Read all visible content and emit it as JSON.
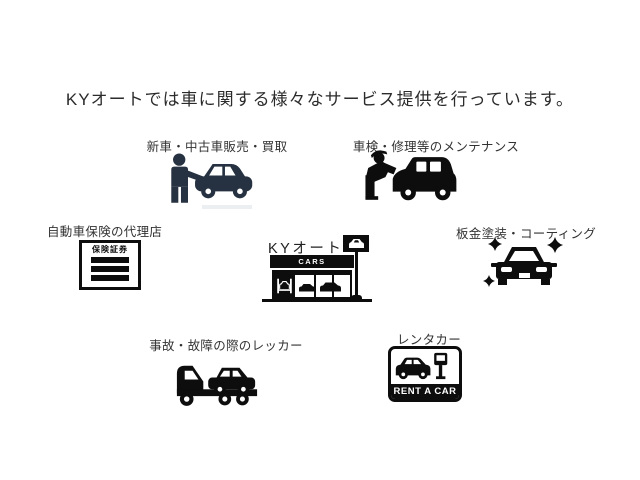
{
  "page": {
    "background_color": "#ffffff",
    "title": "KYオートでは車に関する様々なサービス提供を行っています。"
  },
  "colors": {
    "icon_primary": "#0d0d0d",
    "icon_navy": "#263241",
    "label_text": "#333333"
  },
  "shop": {
    "name": "KYオート",
    "sign_text": "CARS",
    "flag_icon": "car-flag-icon",
    "building_icon": "car-dealership-building-icon"
  },
  "services": [
    {
      "label": "新車・中古車販売・買取",
      "icon": "salesman-with-car-icon"
    },
    {
      "label": "車検・修理等のメンテナンス",
      "icon": "mechanic-repair-car-icon"
    },
    {
      "label": "自動車保険の代理店",
      "icon": "insurance-policy-icon",
      "document_title": "保険証券"
    },
    {
      "label": "板金塗装・コーティング",
      "icon": "polished-car-sparkle-icon"
    },
    {
      "label": "事故・故障の際のレッカー",
      "icon": "tow-truck-icon"
    },
    {
      "label": "レンタカー",
      "icon": "rent-a-car-sign-icon",
      "sign_text": "RENT A CAR"
    }
  ]
}
